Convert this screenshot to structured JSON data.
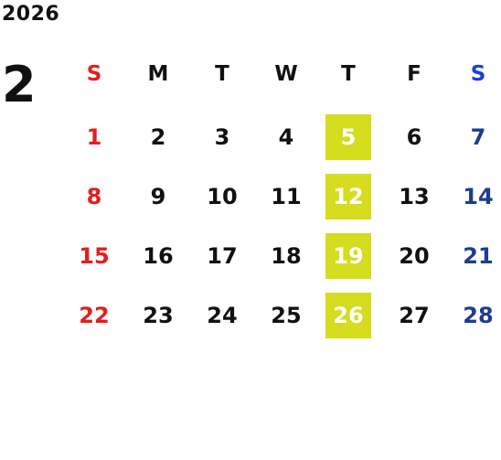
{
  "calendar": {
    "year": "2026",
    "month": "2",
    "weekday_headers": [
      "S",
      "M",
      "T",
      "W",
      "T",
      "F",
      "S"
    ],
    "weeks": [
      [
        "1",
        "2",
        "3",
        "4",
        "5",
        "6",
        "7"
      ],
      [
        "8",
        "9",
        "10",
        "11",
        "12",
        "13",
        "14"
      ],
      [
        "15",
        "16",
        "17",
        "18",
        "19",
        "20",
        "21"
      ],
      [
        "22",
        "23",
        "24",
        "25",
        "26",
        "27",
        "28"
      ]
    ],
    "highlighted_weekday": "Thursday",
    "colors": {
      "sunday": "#e02020",
      "saturday_header": "#1c3fd6",
      "saturday": "#1c3d8f",
      "highlight_bg": "#d6dc1e",
      "highlight_text": "#ffffff",
      "text": "#111111"
    }
  }
}
